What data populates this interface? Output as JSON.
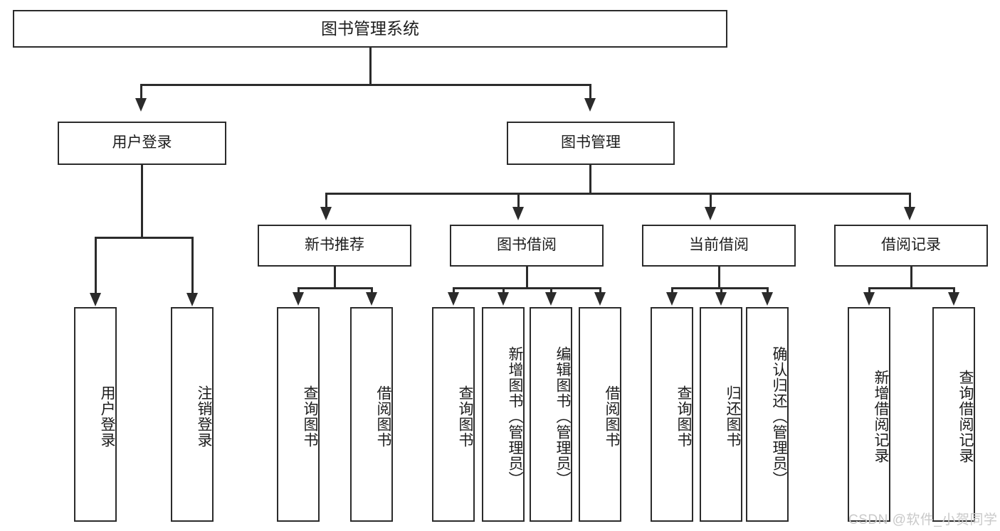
{
  "diagram": {
    "title_node": {
      "label": "图书管理系统"
    },
    "level2": [
      {
        "label": "用户登录"
      },
      {
        "label": "图书管理"
      }
    ],
    "level3": [
      {
        "label": "新书推荐"
      },
      {
        "label": "图书借阅"
      },
      {
        "label": "当前借阅"
      },
      {
        "label": "借阅记录"
      }
    ],
    "leaves": {
      "user_login": [
        {
          "label": "用户登录"
        },
        {
          "label": "注销登录"
        }
      ],
      "new_book_recommend": [
        {
          "label": "查询图书"
        },
        {
          "label": "借阅图书"
        }
      ],
      "book_borrow": [
        {
          "label": "查询图书"
        },
        {
          "label": "新增图书（管理员）"
        },
        {
          "label": "编辑图书（管理员）"
        },
        {
          "label": "借阅图书"
        }
      ],
      "current_borrow": [
        {
          "label": "查询图书"
        },
        {
          "label": "归还图书"
        },
        {
          "label": "确认归还（管理员）"
        }
      ],
      "borrow_records": [
        {
          "label": "新增借阅记录"
        },
        {
          "label": "查询借阅记录"
        }
      ]
    }
  },
  "watermark": {
    "text": "CSDN @软件_小贺同学"
  },
  "colors": {
    "border": "#2b2b2b",
    "text": "#1c1c1c",
    "background": "#ffffff",
    "watermark": "#c9c9c9"
  }
}
